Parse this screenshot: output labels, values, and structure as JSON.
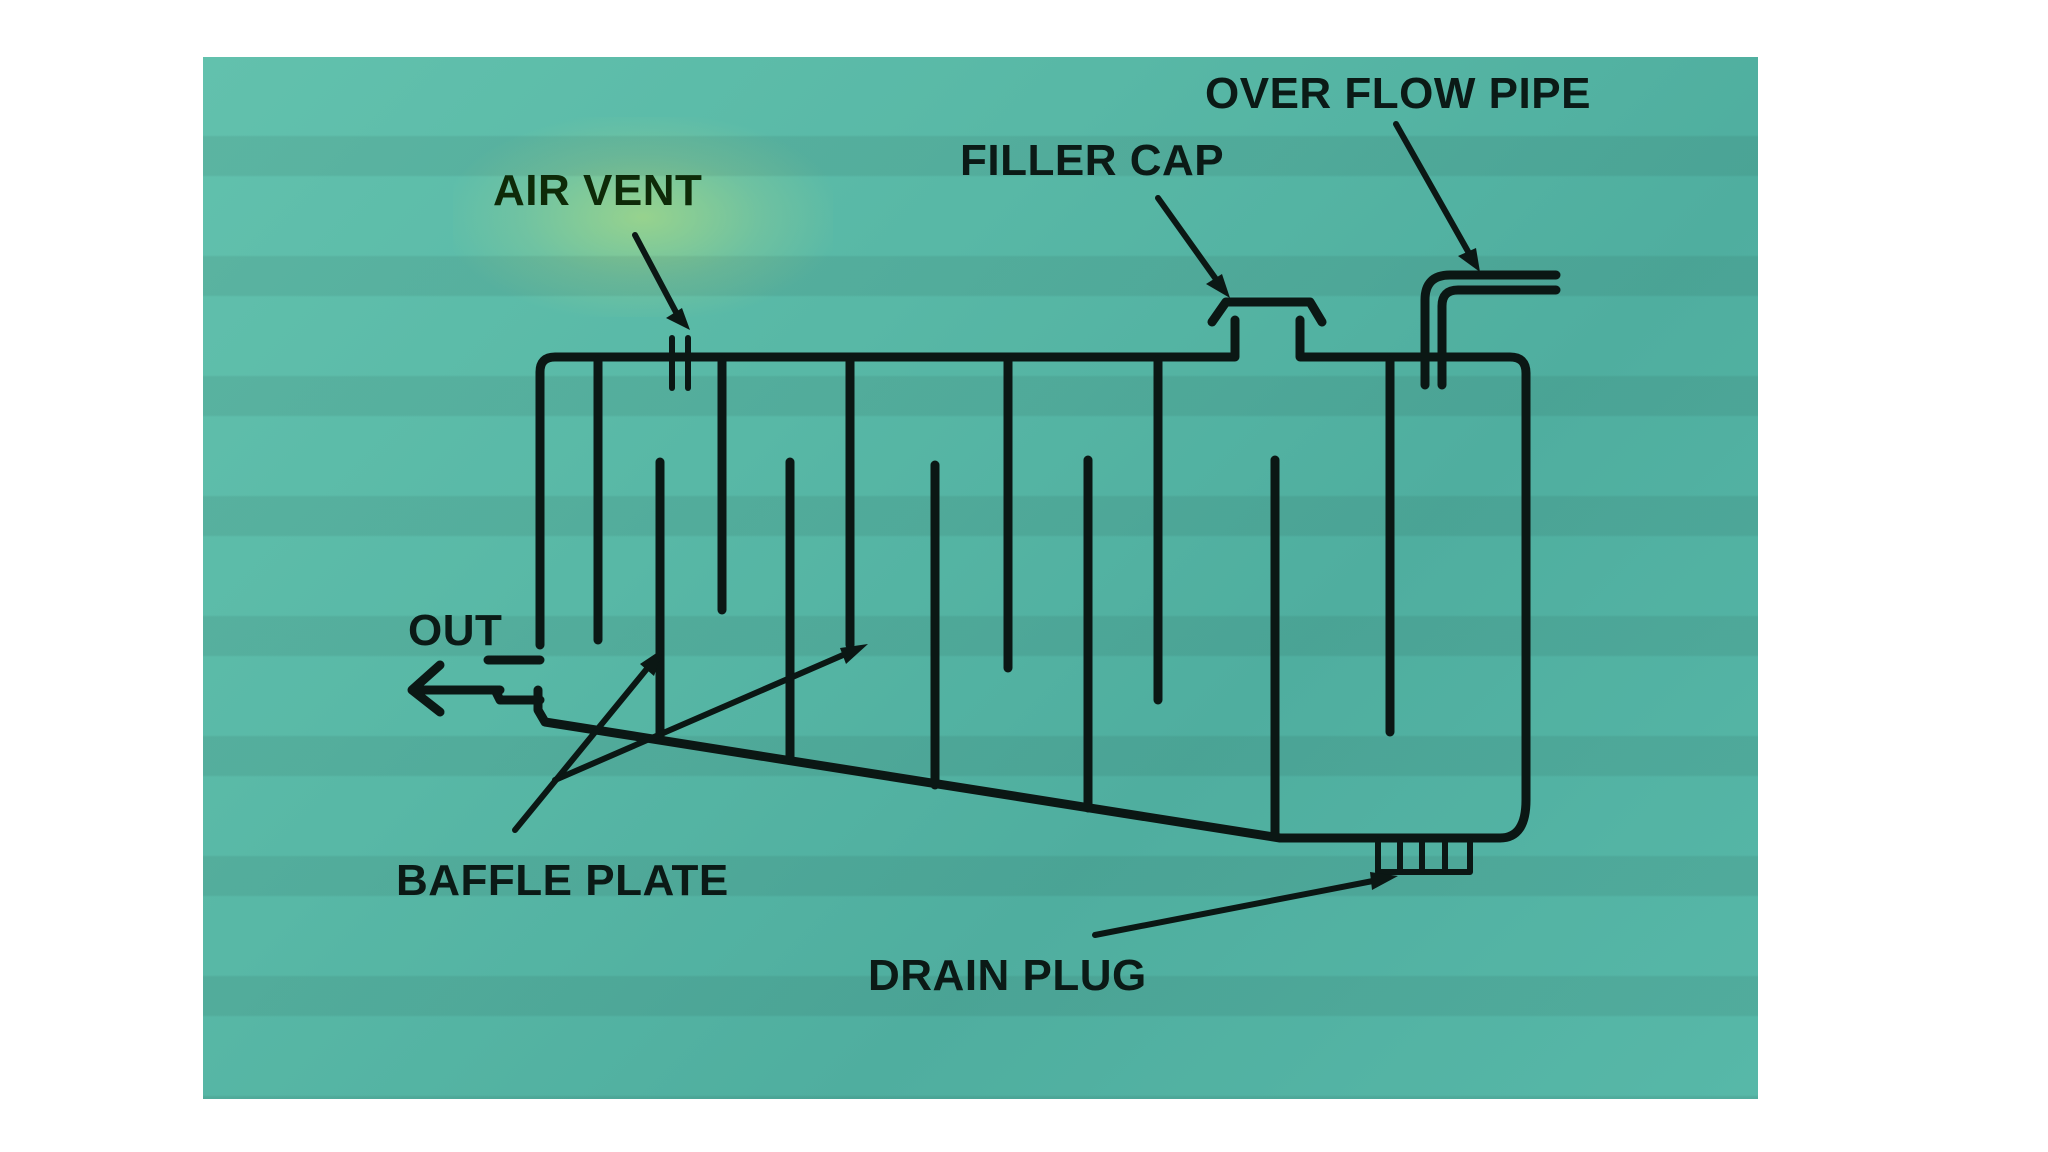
{
  "diagram": {
    "labels": {
      "air_vent": "AIR VENT",
      "filler_cap": "FILLER CAP",
      "over_flow_pipe": "OVER FLOW PIPE",
      "out": "OUT",
      "baffle_plate": "BAFFLE PLATE",
      "drain_plug": "DRAIN PLUG"
    }
  },
  "colors": {
    "page_background": "#ffffff",
    "photo_background": "#58b8a6",
    "ink": "#0b1714",
    "highlight": "#c8e678"
  }
}
